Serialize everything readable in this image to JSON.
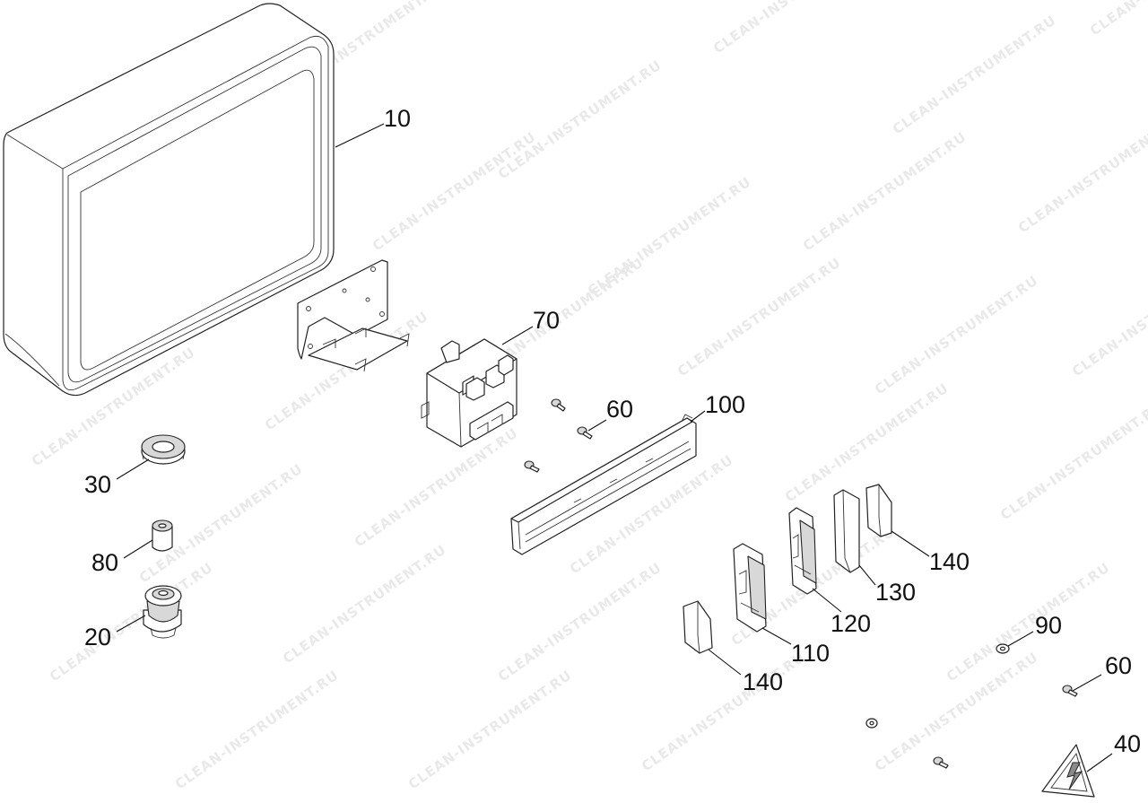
{
  "watermark": "CLEAN-INSTRUMENT.RU",
  "callouts": [
    {
      "id": "c10",
      "label": "10"
    },
    {
      "id": "c70",
      "label": "70"
    },
    {
      "id": "c60a",
      "label": "60"
    },
    {
      "id": "c100",
      "label": "100"
    },
    {
      "id": "c30",
      "label": "30"
    },
    {
      "id": "c80",
      "label": "80"
    },
    {
      "id": "c20",
      "label": "20"
    },
    {
      "id": "c140a",
      "label": "140"
    },
    {
      "id": "c130",
      "label": "130"
    },
    {
      "id": "c120",
      "label": "120"
    },
    {
      "id": "c110",
      "label": "110"
    },
    {
      "id": "c140b",
      "label": "140"
    },
    {
      "id": "c90",
      "label": "90"
    },
    {
      "id": "c60b",
      "label": "60"
    },
    {
      "id": "c40",
      "label": "40"
    }
  ],
  "colors": {
    "line": "#222222",
    "shade": "#d8d8d8",
    "watermark": "#e9e9e9",
    "background": "#ffffff"
  }
}
